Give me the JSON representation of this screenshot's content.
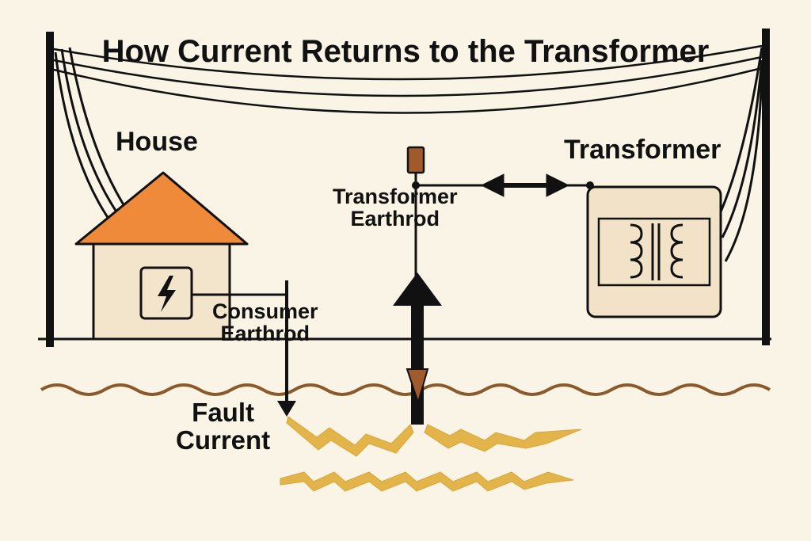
{
  "title": "How Current Returns to the Transformer",
  "labels": {
    "house": "House",
    "transformer": "Transformer",
    "transformer_earthrod": [
      "Transformer",
      "Earthrod"
    ],
    "consumer_earthrod": [
      "Consumer",
      "Earthrod"
    ],
    "fault_current": [
      "Fault",
      "Current"
    ]
  },
  "icons": [
    "house-icon",
    "meter-box-lightning-icon",
    "transformer-coil-icon",
    "earth-rod-icon",
    "lightning-current-icon",
    "double-arrow-icon",
    "ground-wave-line"
  ],
  "colors": {
    "background": "#faf4e6",
    "roof": "#ef8a3a",
    "house_wall": "#f3e4cc",
    "transformer_box": "#f1e2c8",
    "earth_rod": "#a05a2c",
    "ground_line": "#8a5a2b",
    "fault_current": "#e2b44a",
    "lines": "#111111"
  }
}
